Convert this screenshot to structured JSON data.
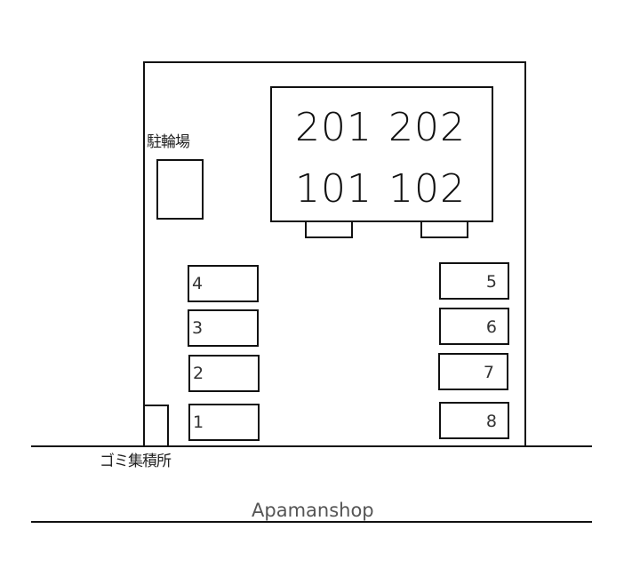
{
  "site_plan": {
    "building": {
      "units": [
        {
          "label": "201",
          "floor": 2
        },
        {
          "label": "202",
          "floor": 2
        },
        {
          "label": "101",
          "floor": 1
        },
        {
          "label": "102",
          "floor": 1
        }
      ]
    },
    "bicycle_parking": {
      "label": "駐輪場"
    },
    "garbage_area": {
      "label": "ゴミ集積所"
    },
    "parking_left": [
      {
        "number": "4"
      },
      {
        "number": "3"
      },
      {
        "number": "2"
      },
      {
        "number": "1"
      }
    ],
    "parking_right": [
      {
        "number": "5"
      },
      {
        "number": "6"
      },
      {
        "number": "7"
      },
      {
        "number": "8"
      }
    ],
    "road": {
      "label": ""
    },
    "watermark": "Apamanshop"
  }
}
